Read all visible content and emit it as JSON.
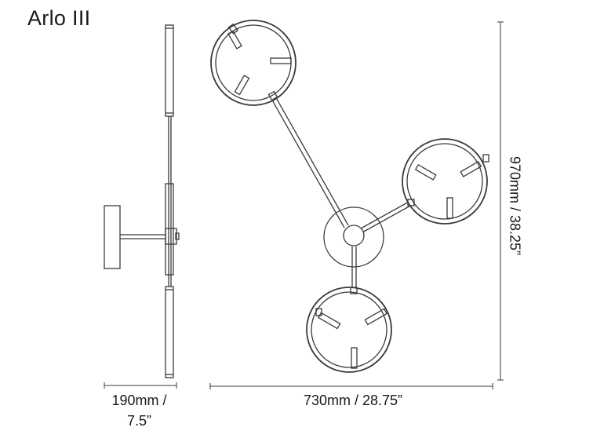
{
  "title": "Arlo III",
  "dimensions": {
    "width": "730mm / 28.75”",
    "height": "970mm / 38.25”",
    "depth_line1": "190mm /",
    "depth_line2": "7.5”"
  },
  "colors": {
    "line": "#3a3a3a",
    "text": "#1a1a1a"
  }
}
